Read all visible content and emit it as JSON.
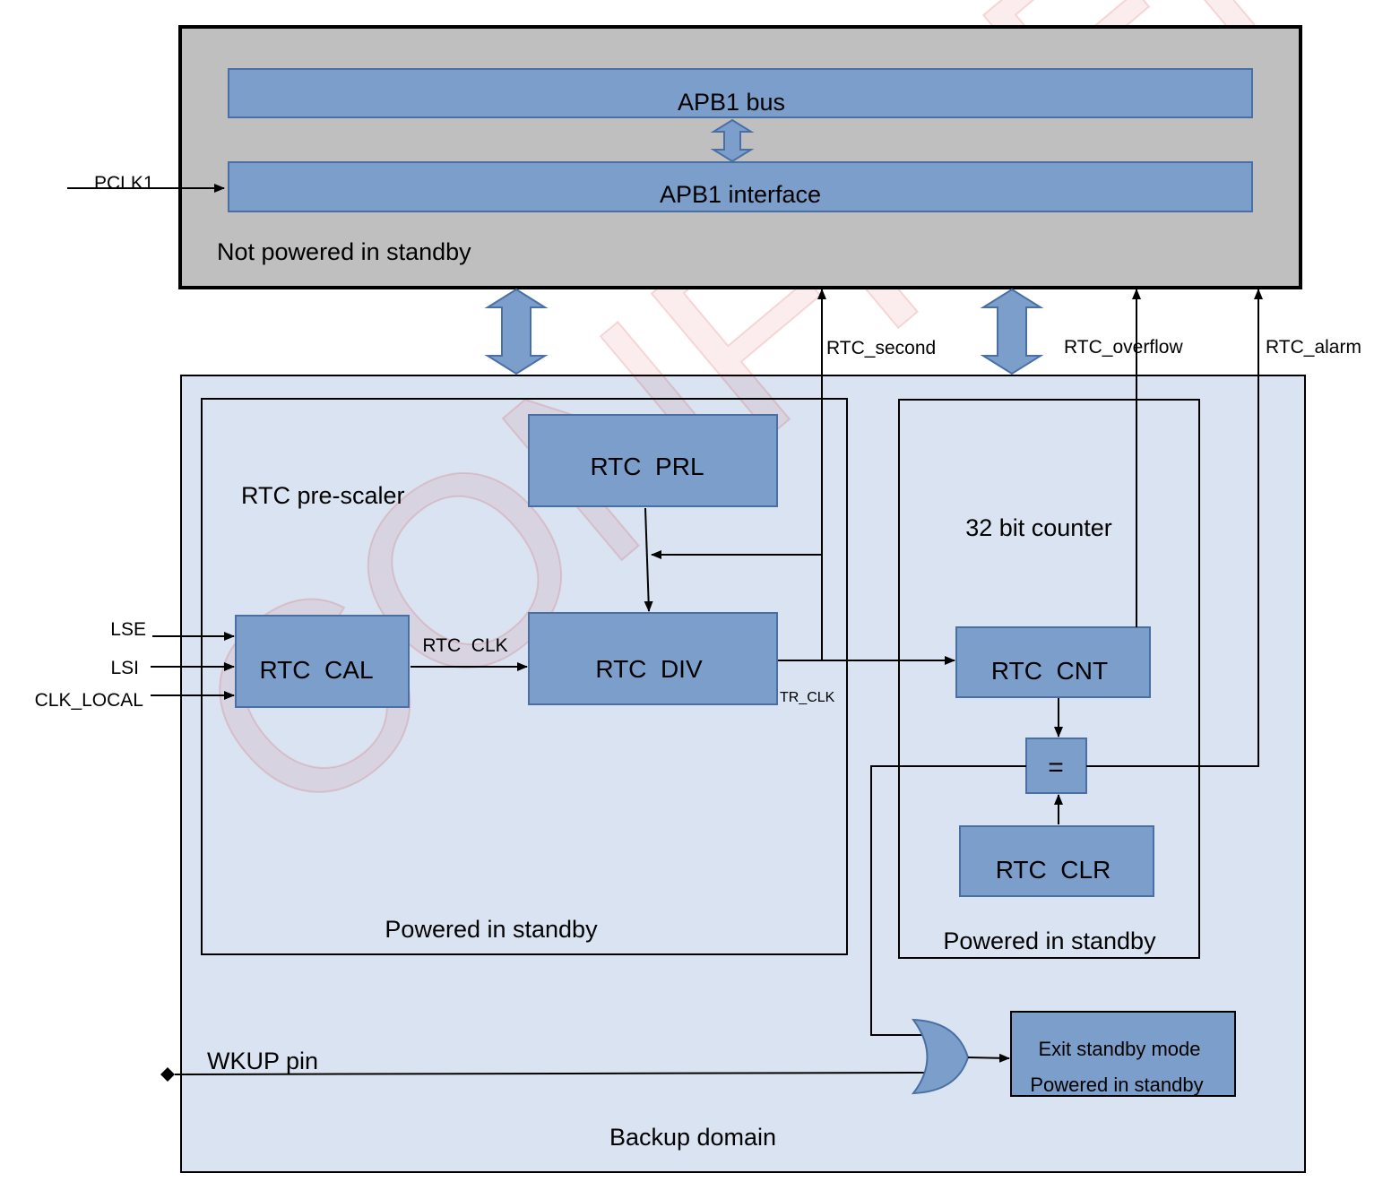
{
  "watermark": "CONFIDENTIAL",
  "colors": {
    "block_fill": "#7b9ecb",
    "block_stroke": "#4a6fa5",
    "apb_region_fill": "#bfbfbf",
    "backup_region_fill": "#dae3f1",
    "watermark": "#c00000"
  },
  "apb_region": {
    "caption": "Not powered in standby",
    "bus_label": "APB1 bus",
    "interface_label": "APB1 interface",
    "clock_input": "PCLK1"
  },
  "backup_domain": {
    "caption": "Backup domain",
    "wakeup_pin": "WKUP pin",
    "exit_block": {
      "line1": "Exit standby mode",
      "line2": "Powered in standby"
    }
  },
  "prescaler": {
    "title": "RTC pre-scaler",
    "caption": "Powered in standby",
    "cal_block": "RTC  CAL",
    "prl_block": "RTC  PRL",
    "div_block": "RTC  DIV",
    "cal_to_div_signal": "RTC  CLK",
    "div_output_signal": "TR_CLK",
    "inputs": [
      "LSE",
      "LSI",
      "CLK_LOCAL"
    ]
  },
  "counter": {
    "title": "32 bit counter",
    "caption": "Powered in standby",
    "cnt_block": "RTC  CNT",
    "compare_symbol": "=",
    "clr_block": "RTC  CLR"
  },
  "signals": {
    "second": "RTC_second",
    "overflow": "RTC_overflow",
    "alarm": "RTC_alarm"
  }
}
